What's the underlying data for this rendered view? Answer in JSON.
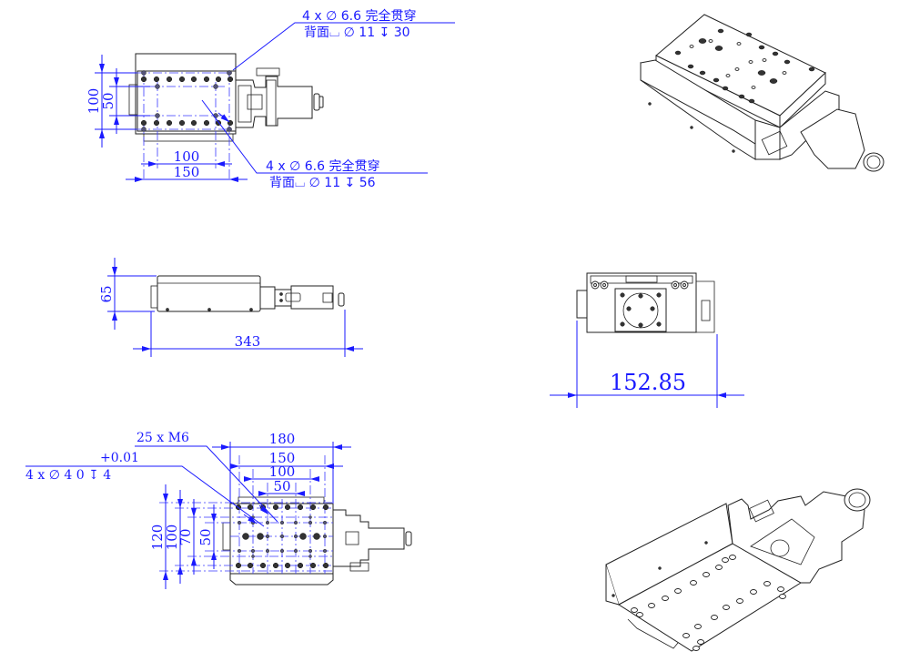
{
  "drawing": {
    "top_view": {
      "callout_upper": {
        "line1": "4 x ∅ 6.6 完全贯穿",
        "line2": "背面⌴ ∅ 11 ↧ 30"
      },
      "callout_lower": {
        "line1": "4 x ∅ 6.6 完全贯穿",
        "line2": "背面⌴ ∅ 11 ↧ 56"
      },
      "dims": {
        "vertical_outer": "100",
        "vertical_inner": "50",
        "horizontal_inner": "100",
        "horizontal_outer": "150"
      }
    },
    "side_view": {
      "dims": {
        "height": "65",
        "length": "343"
      }
    },
    "end_view": {
      "dims": {
        "width": "152.85"
      }
    },
    "bottom_view": {
      "callout_thread": "25 x  M6",
      "callout_pin_tol": "+0.01",
      "callout_pin": "4 x ∅ 4   0      ↧ 4",
      "dims": {
        "h_180": "180",
        "h_150": "150",
        "h_100": "100",
        "h_50": "50",
        "v_120": "120",
        "v_100": "100",
        "v_70": "70",
        "v_50": "50"
      }
    },
    "iso_views": {
      "top_right": "isometric-top",
      "bottom_right": "isometric-bottom"
    }
  },
  "colors": {
    "dimension": "#1a1aff",
    "outline": "#222222",
    "background": "#ffffff"
  }
}
